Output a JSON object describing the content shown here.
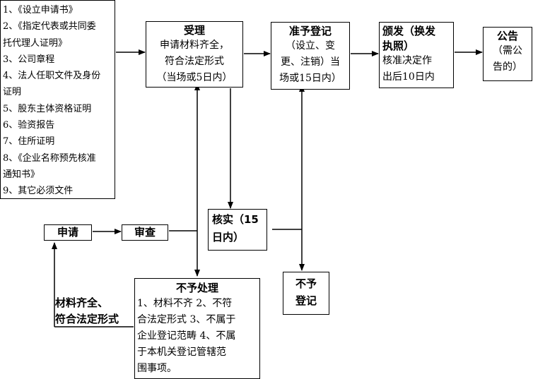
{
  "docs": [
    "1、《设立申请书》",
    "2、《指定代表或共同委",
    "托代理人证明》",
    "3、公司章程",
    "4、法人任职文件及身份",
    "证明",
    "5、股东主体资格证明",
    "6、验资报告",
    "7、住所证明",
    "8、《企业名称预先核准",
    "通知书》",
    "9、其它必须文件"
  ],
  "accept": {
    "title": "受理",
    "lines": [
      "申请材料齐全，",
      "符合法定形式",
      "（当场或5日内）"
    ]
  },
  "approve": {
    "title": "准予登记",
    "lines": [
      "（设立、变",
      "更、注销）当",
      "场或15日内）"
    ]
  },
  "issue": {
    "title_lines": [
      "颁发（换发",
      "执照）"
    ],
    "lines": [
      "核准决定作",
      "出后10日内"
    ]
  },
  "announce": {
    "title": "公告",
    "lines": [
      "（需公",
      "告的）"
    ]
  },
  "verify": {
    "lines": [
      "核实（15",
      "日内）"
    ]
  },
  "reject_reg": {
    "lines": [
      "不予",
      "登记"
    ]
  },
  "apply": "申请",
  "review": "审查",
  "reject": {
    "title": "不予处理",
    "lines": [
      "1、材料不齐 2、不符",
      "合法定形式 3、不属于",
      "企业登记范畴 4、不属",
      "于本机关登记管辖范",
      "围事项。"
    ]
  },
  "condition": {
    "lines": [
      "材料齐全、",
      "符合法定形式"
    ]
  }
}
